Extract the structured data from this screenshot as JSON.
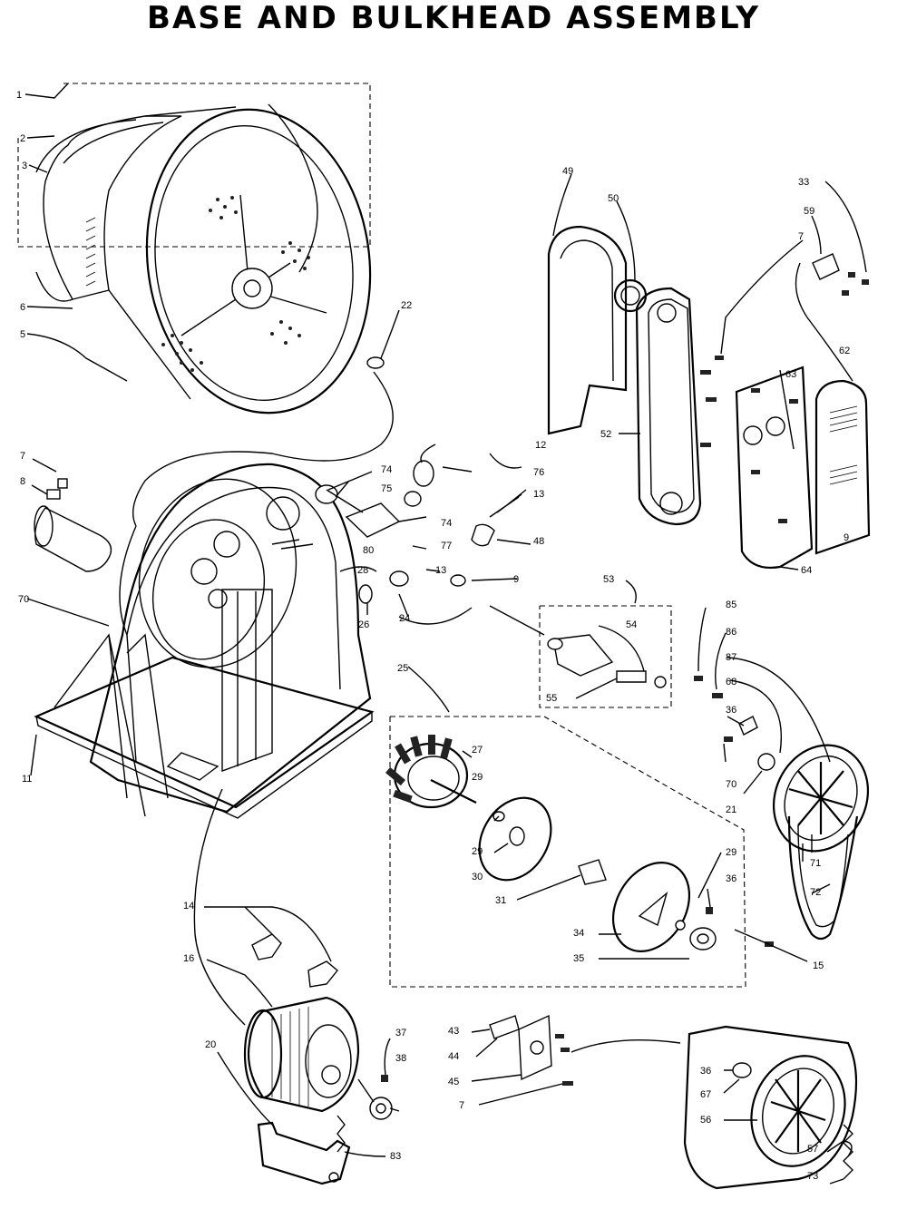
{
  "title": "BASE AND BULKHEAD ASSEMBLY",
  "callouts": {
    "c1": "1",
    "c2": "2",
    "c3": "3",
    "c6": "6",
    "c5": "5",
    "c22": "22",
    "c49": "49",
    "c50": "50",
    "c33a": "33",
    "c59": "59",
    "c7a": "7",
    "c62": "62",
    "c63": "63",
    "c52": "52",
    "c64": "64",
    "c9a": "9",
    "c12": "12",
    "c74a": "74",
    "c75": "75",
    "c76": "76",
    "c13a": "13",
    "c74b": "74",
    "c77": "77",
    "c80": "80",
    "c48": "48",
    "c7b": "7",
    "c8": "8",
    "c70": "70",
    "c11": "11",
    "c28": "28",
    "c13b": "13",
    "c26": "26",
    "c24": "24",
    "c9b": "9",
    "c53": "53",
    "c54": "54",
    "c55": "55",
    "c25": "25",
    "c27": "27",
    "c29a": "29",
    "c29b": "29",
    "c30": "30",
    "c31": "31",
    "c29c": "29",
    "c36a": "36",
    "c34": "34",
    "c35": "35",
    "c85": "85",
    "c86": "86",
    "c87": "87",
    "c68": "68",
    "c36b": "36",
    "c70b": "70",
    "c21": "21",
    "c71": "71",
    "c72": "72",
    "c15": "15",
    "c14": "14",
    "c16": "16",
    "c20": "20",
    "c37": "37",
    "c38": "38",
    "c83": "83",
    "c43": "43",
    "c44": "44",
    "c45": "45",
    "c7c": "7",
    "c36c": "36",
    "c67": "67",
    "c56": "56",
    "c57": "57",
    "c73": "73"
  }
}
